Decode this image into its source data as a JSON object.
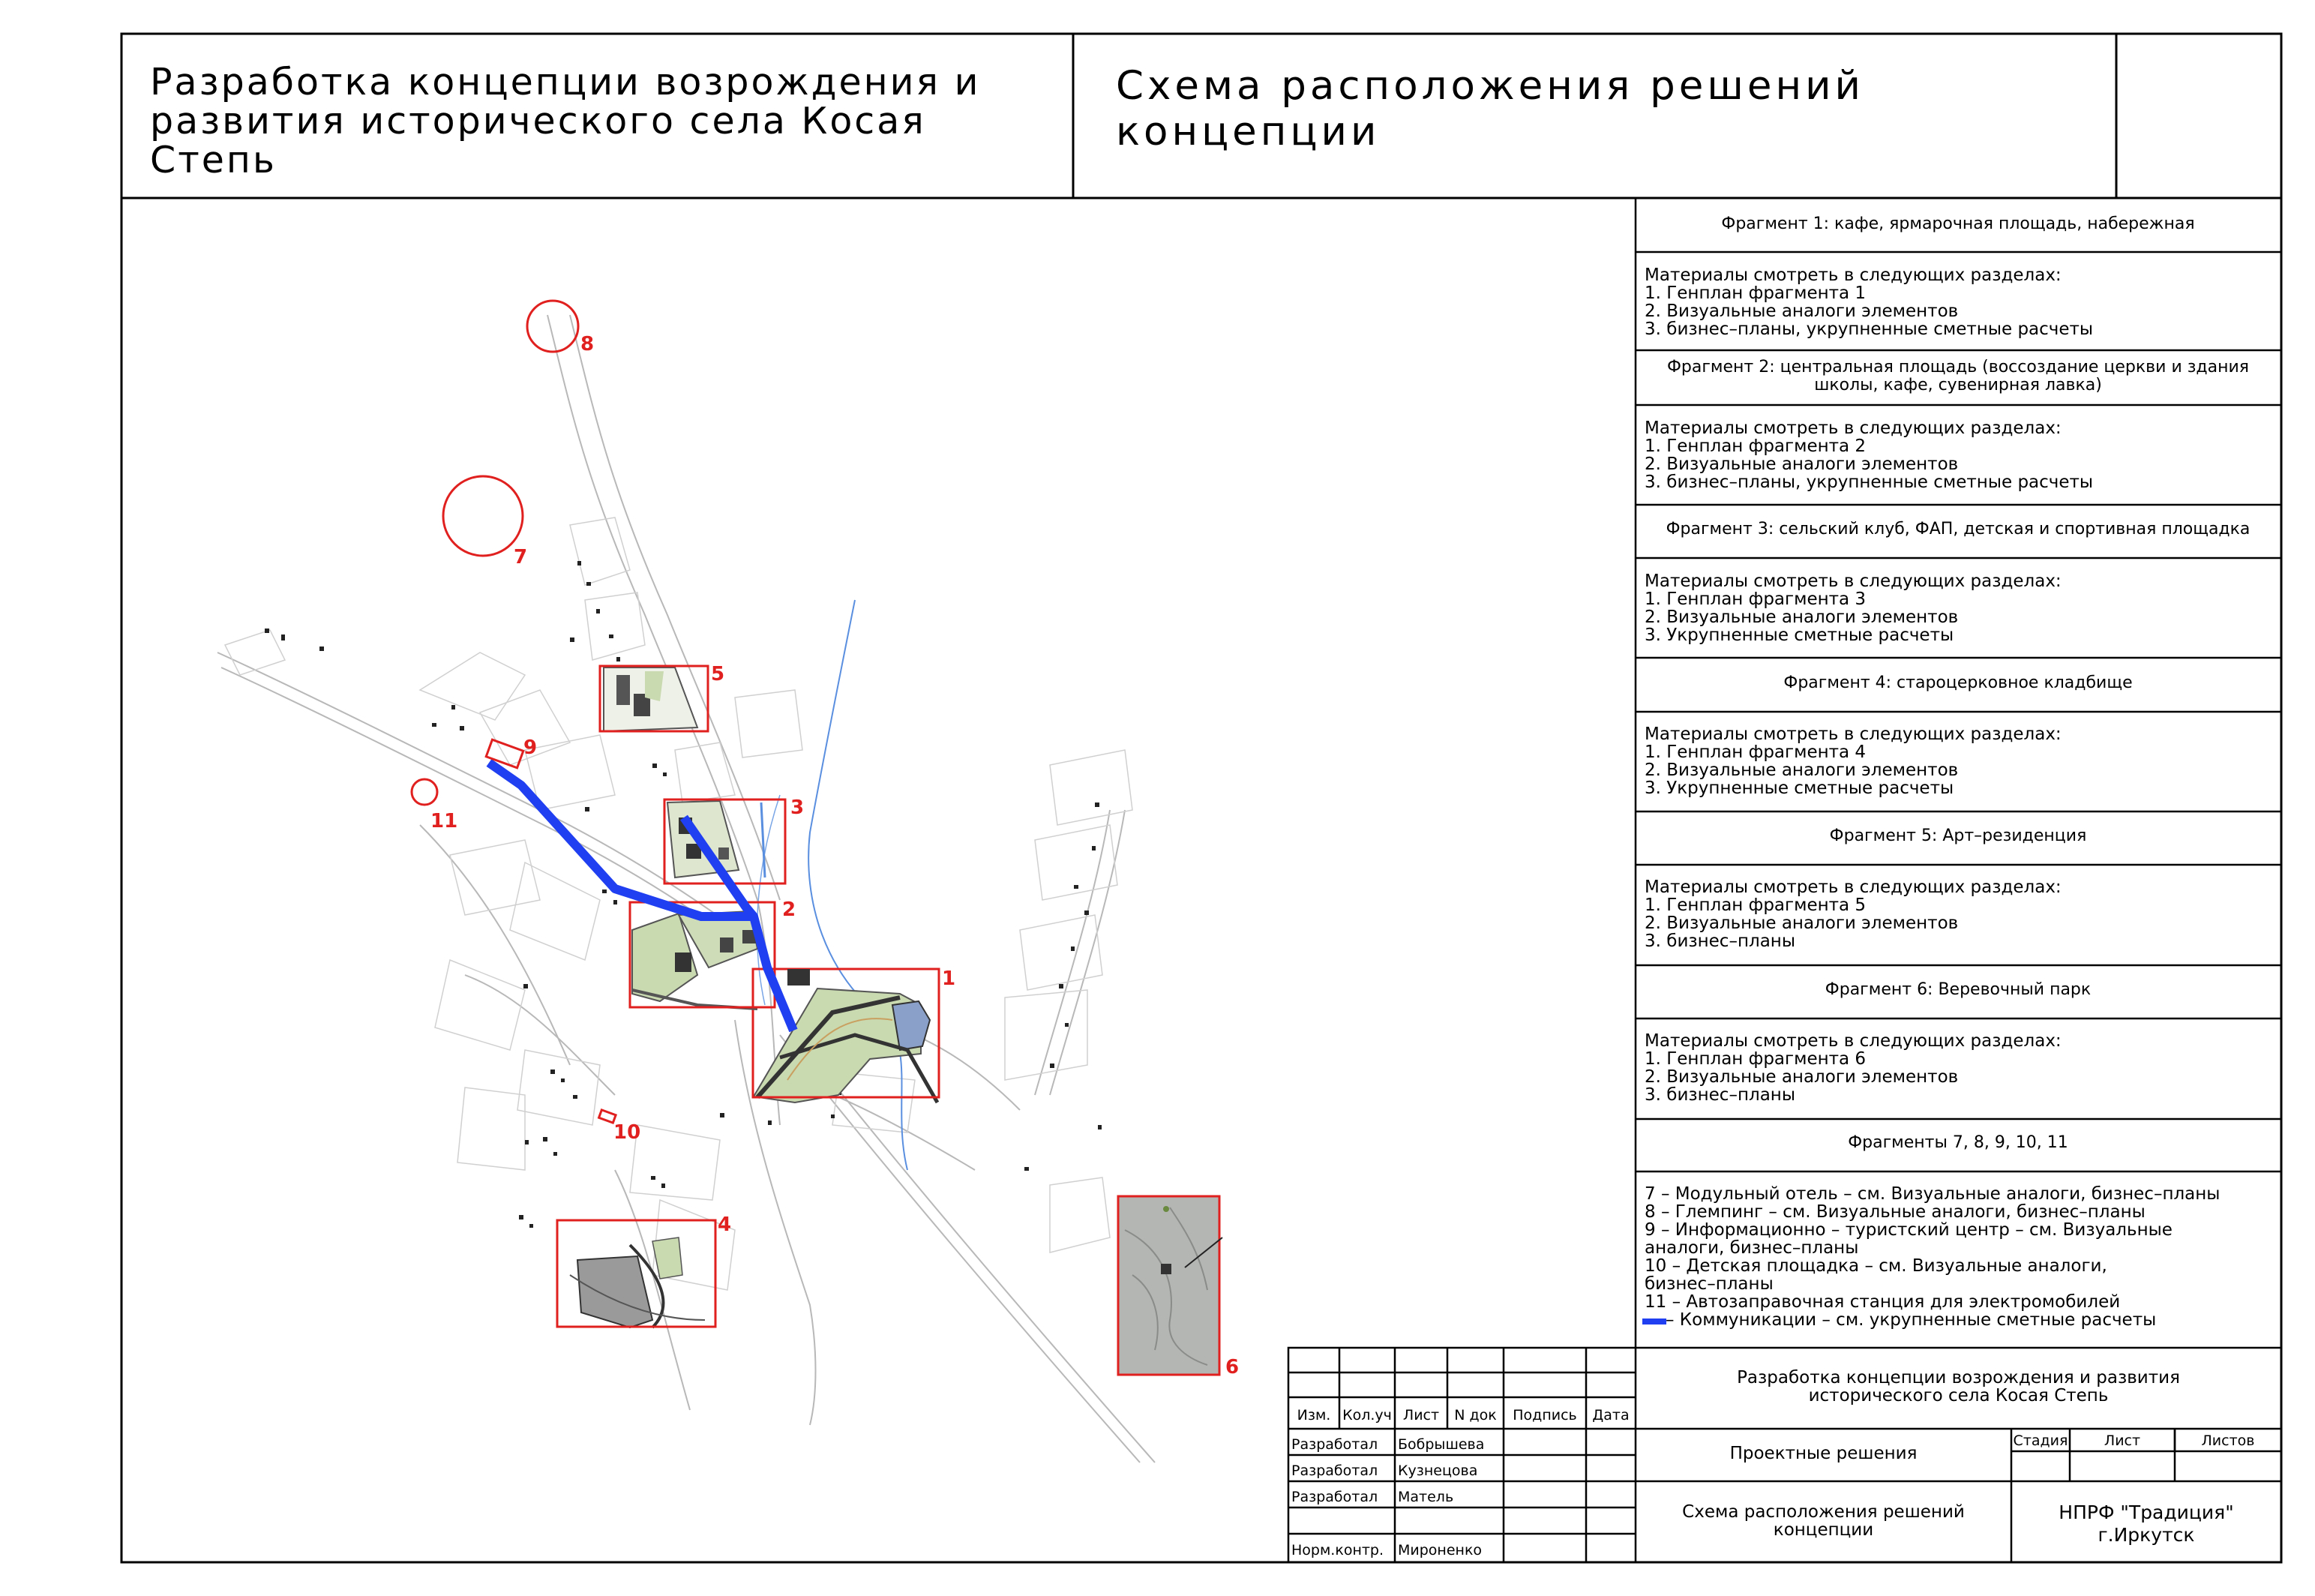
{
  "header": {
    "project_title_line1": "Разработка концепции возрождения и",
    "project_title_line2": "развития исторического села Косая Степь",
    "sheet_title": "Схема расположения решений концепции"
  },
  "panel": {
    "fragments": [
      {
        "title": "Фрагмент 1: кафе, ярмарочная площадь, набережная",
        "body": [
          "Материалы смотреть в следующих разделах:",
          "1. Генплан фрагмента 1",
          "2. Визуальные аналоги элементов",
          "3. бизнес–планы, укрупненные сметные расчеты"
        ]
      },
      {
        "title_line1": "Фрагмент 2: центральная площадь (воссоздание церкви и здания",
        "title_line2": "школы, кафе, сувенирная лавка)",
        "body": [
          "Материалы смотреть в следующих разделах:",
          "1. Генплан фрагмента 2",
          "2. Визуальные аналоги элементов",
          "3. бизнес–планы, укрупненные сметные расчеты"
        ]
      },
      {
        "title": "Фрагмент 3: сельский клуб, ФАП, детская и спортивная площадка",
        "body": [
          "Материалы смотреть в следующих разделах:",
          "1. Генплан фрагмента 3",
          "2. Визуальные аналоги элементов",
          "3. Укрупненные сметные расчеты"
        ]
      },
      {
        "title": "Фрагмент 4: староцерковное кладбище",
        "body": [
          "Материалы смотреть в следующих разделах:",
          "1. Генплан фрагмента 4",
          "2. Визуальные аналоги элементов",
          "3. Укрупненные сметные расчеты"
        ]
      },
      {
        "title": "Фрагмент 5: Арт–резиденция",
        "body": [
          "Материалы смотреть в следующих разделах:",
          "1. Генплан фрагмента 5",
          "2. Визуальные аналоги элементов",
          "3. бизнес–планы"
        ]
      },
      {
        "title": "Фрагмент 6: Веревочный парк",
        "body": [
          "Материалы смотреть в следующих разделах:",
          "1. Генплан фрагмента 6",
          "2. Визуальные аналоги элементов",
          "3. бизнес–планы"
        ]
      }
    ],
    "others_title": "Фрагменты 7, 8, 9, 10, 11",
    "others": [
      "7 – Модульный отель – см. Визуальные аналоги, бизнес–планы",
      "8 – Глемпинг – см. Визуальные аналоги, бизнес–планы",
      "9 – Информационно – туристский центр – см. Визуальные",
      "аналоги, бизнес–планы",
      "10 – Детская площадка – см. Визуальные аналоги,",
      "бизнес–планы",
      "11 – Автозаправочная станция для электромобилей",
      "– Коммуникации – см. укрупненные сметные расчеты"
    ]
  },
  "map": {
    "markers": [
      "1",
      "2",
      "3",
      "4",
      "5",
      "6",
      "7",
      "8",
      "9",
      "10",
      "11"
    ],
    "colors": {
      "marker": "#e0201e",
      "communications": "#1f3ff0",
      "river": "#5a8fe0",
      "linework": "#b5b5b5",
      "greenery": "#c9d9b0"
    }
  },
  "titleblock": {
    "col_headers": [
      "Изм.",
      "Кол.уч",
      "Лист",
      "N док",
      "Подпись",
      "Дата"
    ],
    "people": [
      {
        "role": "Разработал",
        "name": "Бобрышева"
      },
      {
        "role": "Разработал",
        "name": "Кузнецова"
      },
      {
        "role": "Разработал",
        "name": "Матель"
      },
      {
        "role": "Норм.контр.",
        "name": "Мироненко"
      }
    ],
    "project_line1": "Разработка концепции возрождения и развития",
    "project_line2": "исторического села Косая Степь",
    "section": "Проектные решения",
    "stage_label": "Стадия",
    "sheet_label": "Лист",
    "sheets_label": "Листов",
    "drawing_line1": "Схема расположения решений",
    "drawing_line2": "концепции",
    "org_line1": "НПРФ \"Традиция\"",
    "org_line2": "г.Иркутск"
  }
}
